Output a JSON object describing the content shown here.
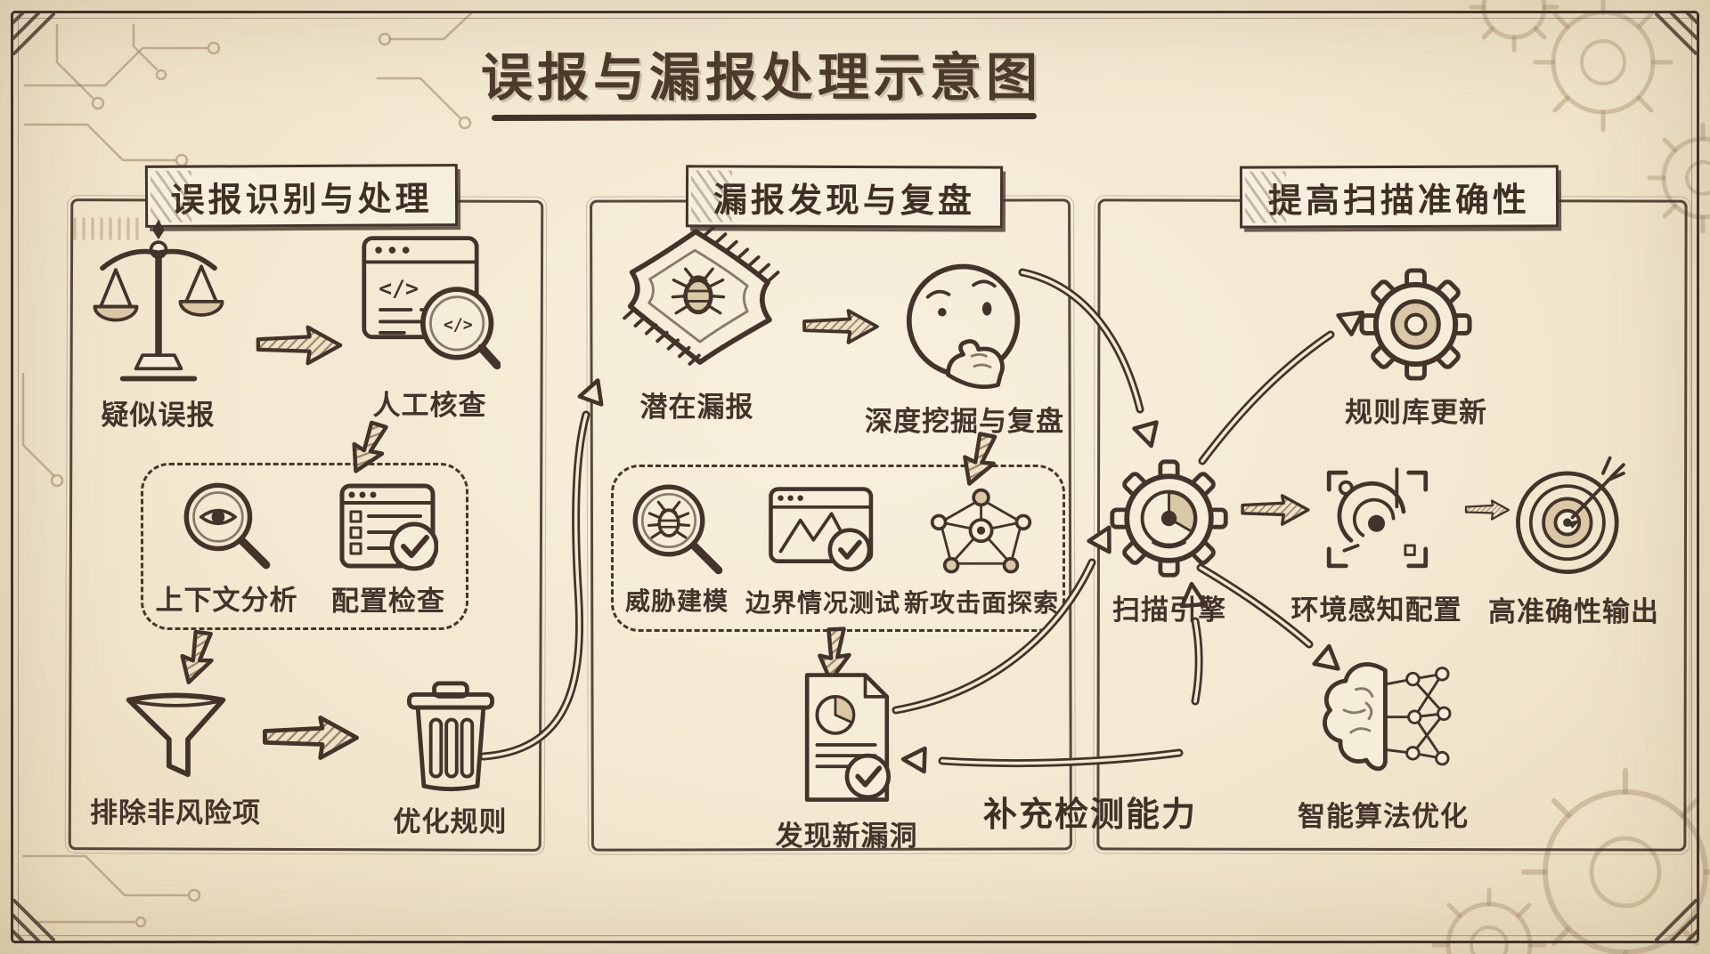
{
  "title": "误报与漏报处理示意图",
  "panel_false_positive": {
    "header": "误报识别与处理",
    "suspected_label": "疑似误报",
    "manual_label": "人工核查",
    "context_label": "上下文分析",
    "config_label": "配置检查",
    "exclude_label": "排除非风险项",
    "optimize_label": "优化规则"
  },
  "panel_false_negative": {
    "header": "漏报发现与复盘",
    "potential_label": "潜在漏报",
    "deepdive_label": "深度挖掘与复盘",
    "threat_label": "威胁建模",
    "boundary_label": "边界情况测试",
    "attack_surface_label": "新攻击面探索",
    "new_vuln_label": "发现新漏洞",
    "supplement_label": "补充检测能力"
  },
  "panel_accuracy": {
    "header": "提高扫描准确性",
    "rule_update_label": "规则库更新",
    "engine_label": "扫描引擎",
    "env_config_label": "环境感知配置",
    "output_label": "高准确性输出",
    "algorithm_label": "智能算法优化"
  },
  "icons": {
    "code_glyph": "</>",
    "legend": {
      "balance-scale-icon": "疑似误报",
      "browser-code-magnifier-icon": "人工核查",
      "magnifier-eye-icon": "上下文分析",
      "checklist-check-icon": "配置检查",
      "funnel-icon": "排除非风险项",
      "trash-icon": "优化规则",
      "bug-rug-icon": "潜在漏报",
      "thinking-face-icon": "深度挖掘与复盘",
      "bug-magnifier-icon": "威胁建模",
      "chart-check-window-icon": "边界情况测试",
      "network-graph-icon": "新攻击面探索",
      "document-pie-check-icon": "发现新漏洞",
      "gear-pie-icon": "扫描引擎",
      "gear-icon": "规则库更新",
      "sensor-target-icon": "环境感知配置",
      "dartboard-icon": "高准确性输出",
      "brain-network-icon": "智能算法优化"
    }
  },
  "colors": {
    "paper": "#f3e9d1",
    "ink": "#43332a",
    "shade": "#d9c7a5",
    "decor": "#9e8460"
  }
}
